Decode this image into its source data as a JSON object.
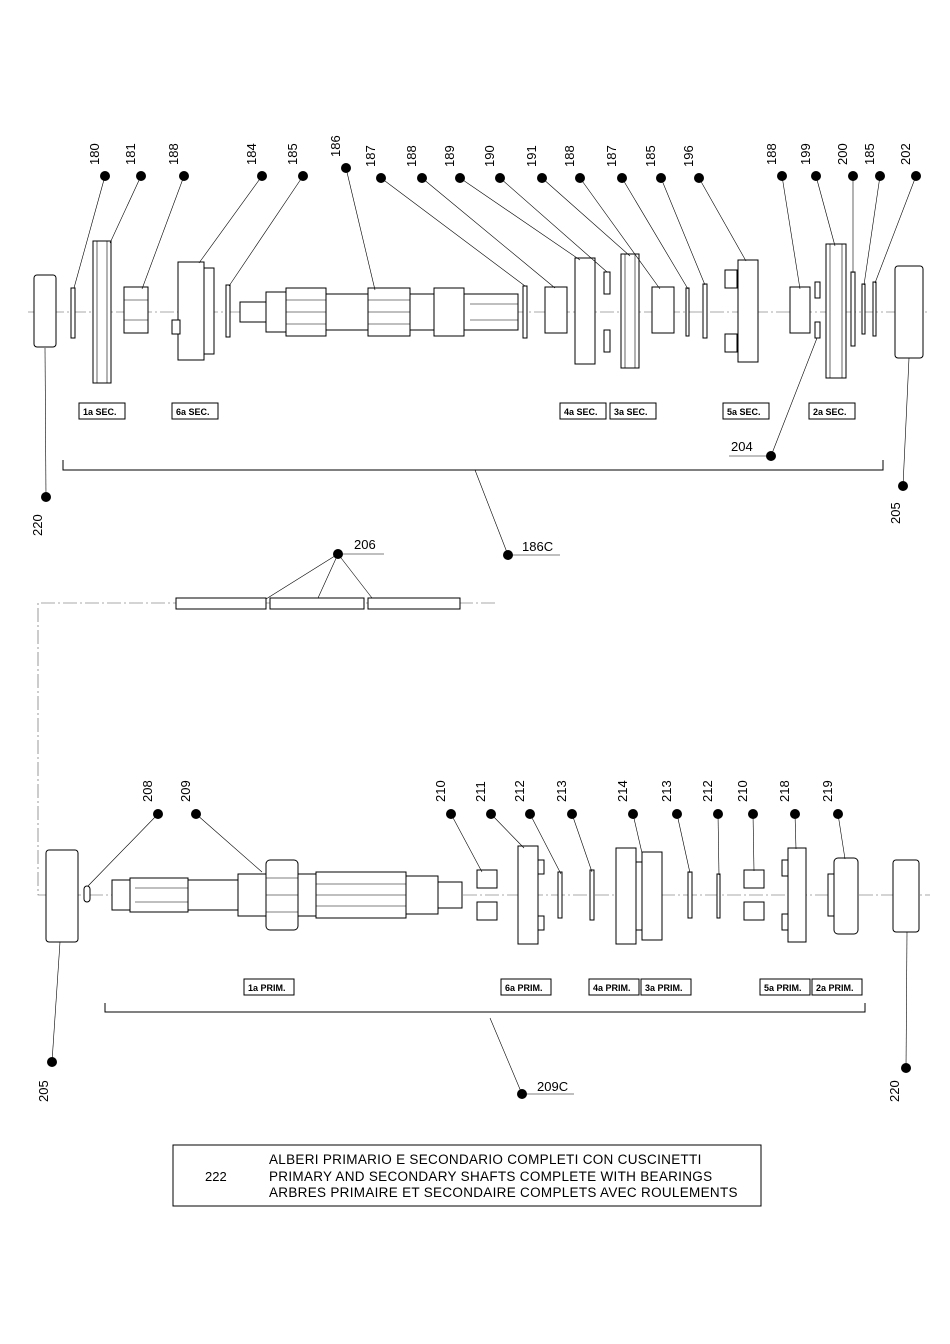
{
  "callouts_secondary": [
    "180",
    "181",
    "188",
    "184",
    "185",
    "186",
    "187",
    "188",
    "189",
    "190",
    "191",
    "188",
    "187",
    "185",
    "196",
    "188",
    "199",
    "200",
    "185",
    "202"
  ],
  "callouts_primary": [
    "208",
    "209",
    "210",
    "211",
    "212",
    "213",
    "214",
    "213",
    "212",
    "210",
    "218",
    "219"
  ],
  "tags_secondary": [
    "1a SEC.",
    "6a SEC.",
    "4a SEC.",
    "3a SEC.",
    "5a SEC.",
    "2a SEC."
  ],
  "tags_primary": [
    "1a PRIM.",
    "6a PRIM.",
    "4a PRIM.",
    "3a PRIM.",
    "5a PRIM.",
    "2a PRIM."
  ],
  "labels": {
    "l204": "204",
    "l220_top": "220",
    "l205_top": "205",
    "l186c": "186C",
    "l206": "206",
    "l205_bottom": "205",
    "l220_bottom": "220",
    "l209c": "209C"
  },
  "caption": {
    "number": "222",
    "line_it": "ALBERI PRIMARIO E SECONDARIO COMPLETI CON CUSCINETTI",
    "line_en": "PRIMARY AND SECONDARY SHAFTS COMPLETE WITH BEARINGS",
    "line_fr": "ARBRES PRIMAIRE ET SECONDAIRE COMPLETS AVEC ROULEMENTS"
  }
}
